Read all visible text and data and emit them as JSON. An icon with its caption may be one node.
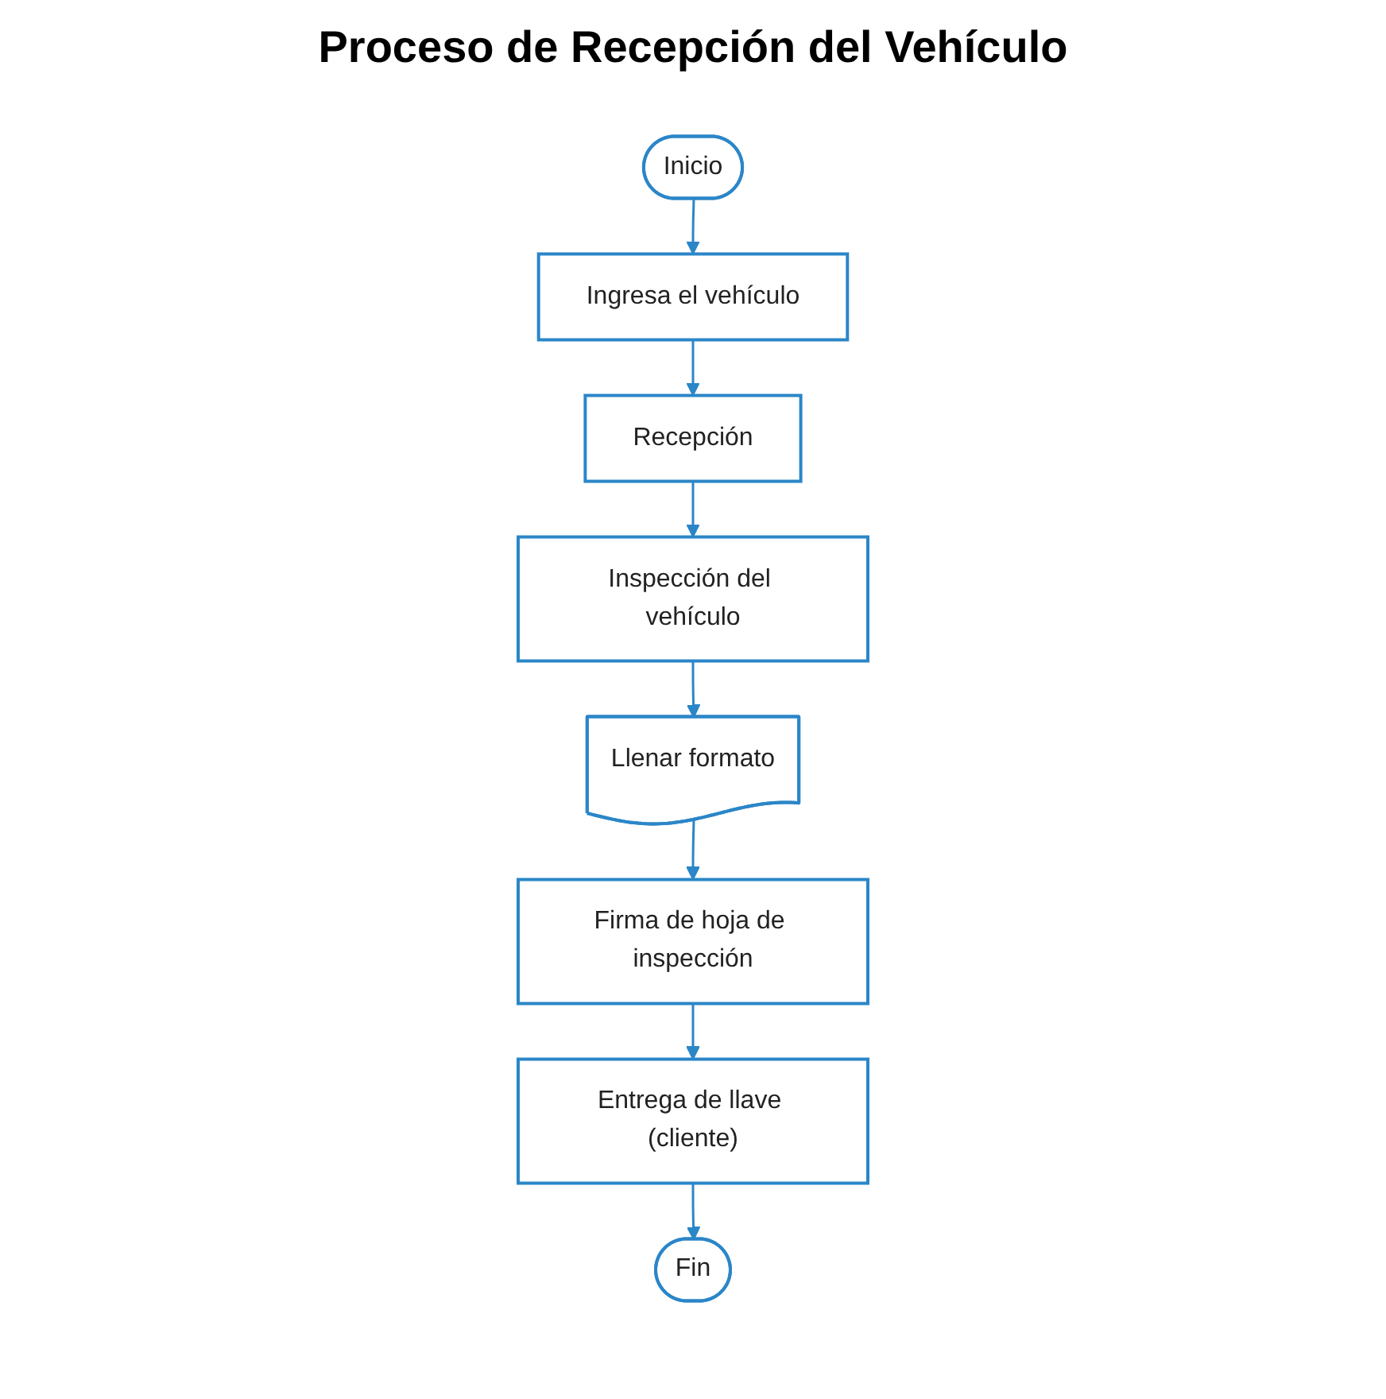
{
  "diagram": {
    "title": "Proceso de Recepción del Vehículo",
    "nodes": [
      {
        "text": [
          "Inicio"
        ]
      },
      {
        "text": [
          "Ingresa el vehículo"
        ]
      },
      {
        "text": [
          "Recepción"
        ]
      },
      {
        "text": [
          "Inspección del vehículo"
        ]
      },
      {
        "text": [
          "Llenar formato"
        ]
      },
      {
        "text": [
          "Firma de hoja de inspección"
        ]
      },
      {
        "text": [
          "Entrega de llave (cliente)"
        ]
      },
      {
        "text": [
          "Fin"
        ]
      }
    ],
    "edges": [
      {
        "from": 0,
        "to": 1,
        "arrow": "to"
      },
      {
        "from": 1,
        "to": 2,
        "arrow": "to"
      },
      {
        "from": 2,
        "to": 3,
        "arrow": "to"
      },
      {
        "from": 3,
        "to": 4,
        "arrow": "to"
      },
      {
        "from": 4,
        "to": 5,
        "arrow": "to"
      },
      {
        "from": 5,
        "to": 6,
        "arrow": "to"
      },
      {
        "from": 6,
        "to": 7,
        "arrow": "to"
      }
    ]
  }
}
